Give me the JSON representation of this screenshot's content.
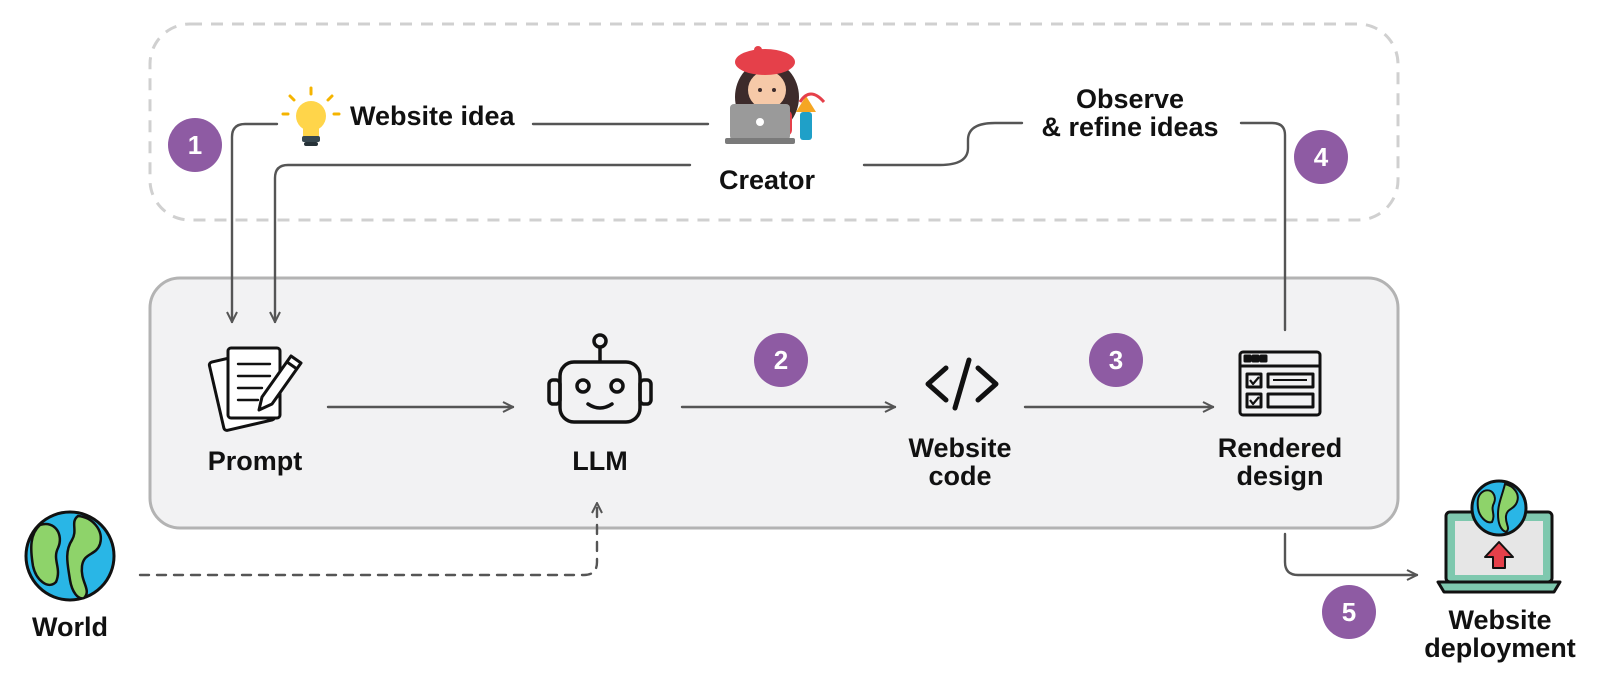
{
  "colors": {
    "badge": "#8e5ba3",
    "panel_fill": "#f2f2f3",
    "panel_border": "#b3b3b3",
    "dash": "#d0d0d0",
    "line": "#555555"
  },
  "creator": {
    "label": "Creator",
    "icon": "creator-avatar-icon"
  },
  "idea": {
    "label": "Website idea",
    "icon": "lightbulb-icon"
  },
  "observe": {
    "line1": "Observe",
    "line2": "& refine ideas"
  },
  "nodes": {
    "prompt": {
      "label": "Prompt",
      "icon": "prompt-document-icon"
    },
    "llm": {
      "label": "LLM",
      "icon": "robot-icon"
    },
    "code": {
      "line1": "Website",
      "line2": "code",
      "icon": "code-brackets-icon"
    },
    "design": {
      "line1": "Rendered",
      "line2": "design",
      "icon": "browser-layout-icon"
    },
    "world": {
      "label": "World",
      "icon": "globe-icon"
    },
    "deploy": {
      "line1": "Website",
      "line2": "deployment",
      "icon": "laptop-upload-icon"
    }
  },
  "steps": [
    "1",
    "2",
    "3",
    "4",
    "5"
  ]
}
